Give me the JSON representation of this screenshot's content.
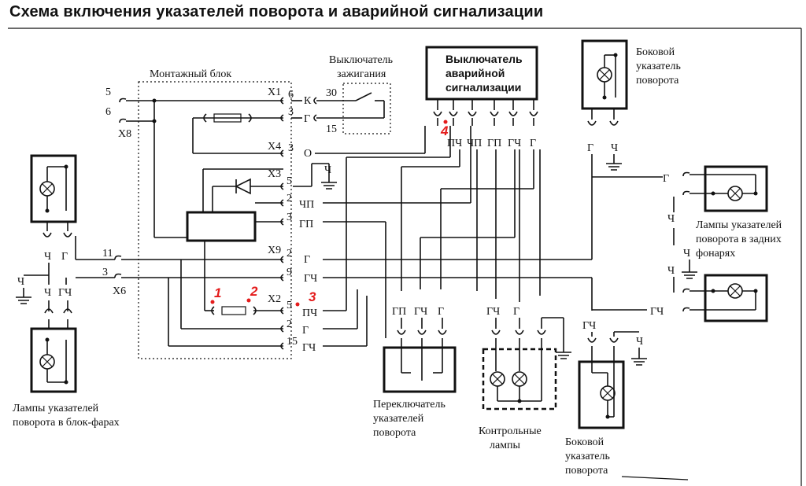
{
  "title": "Схема включения указателей поворота и аварийной сигнализации",
  "blocks": {
    "mounting_block": "Монтажный блок",
    "ignition_switch": [
      "Выключатель",
      "зажигания"
    ],
    "hazard_switch": [
      "Выключатель",
      "аварийной",
      "сигнализации"
    ],
    "side_top": [
      "Боковой",
      "указатель",
      "поворота"
    ],
    "rear_lamps": [
      "Лампы указателей",
      "поворота в задних",
      "фонарях"
    ],
    "front_lamps": [
      "Лампы указателей",
      "поворота в блок-фарах"
    ],
    "turn_switch": [
      "Переключатель",
      "указателей",
      "поворота"
    ],
    "control_lamps": [
      "Контрольные",
      "лампы"
    ],
    "side_bottom": [
      "Боковой",
      "указатель",
      "поворота"
    ]
  },
  "connectors": {
    "x1": "X1",
    "x2": "X2",
    "x3": "X3",
    "x4": "X4",
    "x6": "X6",
    "x8": "X8",
    "x9": "X9"
  },
  "pins": {
    "p5": "5",
    "p6": "6",
    "p11": "11",
    "p3": "3",
    "x1_6": "6",
    "x1_3": "3",
    "x4_3": "3",
    "x3_5": "5",
    "x3_2": "2",
    "x3_3": "3",
    "x9_2": "2",
    "x9_9": "9",
    "x2_5": "5",
    "x2_2": "2",
    "x2_15": "15",
    "ign30": "30",
    "ign15": "15"
  },
  "wire_labels": {
    "k": "К",
    "g": "Г",
    "o": "О",
    "ch": "Ч",
    "chp": "ЧП",
    "gp": "ГП",
    "gch": "ГЧ",
    "pch": "ПЧ"
  },
  "hazard_pins": [
    "ПЧ",
    "ЧП",
    "ГП",
    "ГЧ",
    "Г"
  ],
  "turn_switch_pins": [
    "ГП",
    "ГЧ",
    "Г"
  ],
  "control_pins": [
    "ГЧ",
    "Г"
  ],
  "markers": [
    "1",
    "2",
    "3",
    "4"
  ]
}
